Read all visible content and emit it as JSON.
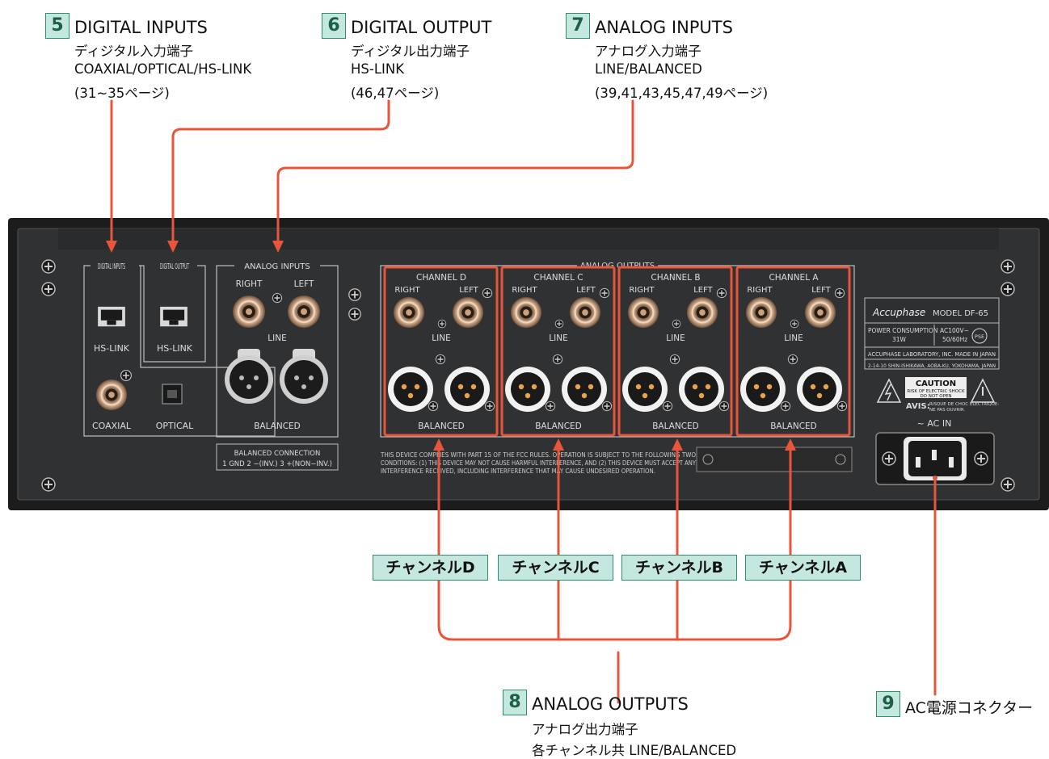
{
  "callouts": {
    "c5": {
      "num": "5",
      "title": "DIGITAL INPUTS",
      "line1": "ディジタル入力端子",
      "line2": "COAXIAL/OPTICAL/HS-LINK",
      "line3": "(31~35ページ)"
    },
    "c6": {
      "num": "6",
      "title": "DIGITAL OUTPUT",
      "line1": "ディジタル出力端子",
      "line2": "HS-LINK",
      "line3": "(46,47ページ)"
    },
    "c7": {
      "num": "7",
      "title": "ANALOG INPUTS",
      "line1": "アナログ入力端子",
      "line2": "LINE/BALANCED",
      "line3": "(39,41,43,45,47,49ページ)"
    },
    "c8": {
      "num": "8",
      "title": "ANALOG OUTPUTS",
      "line1": "アナログ出力端子",
      "line2": "各チャンネル共 LINE/BALANCED"
    },
    "c9": {
      "num": "9",
      "title": "AC電源コネクター"
    }
  },
  "channel_labels": [
    "チャンネルD",
    "チャンネルC",
    "チャンネルB",
    "チャンネルA"
  ],
  "panel": {
    "digital_inputs": "DIGITAL INPUTS",
    "digital_output": "DIGITAL OUTPUT",
    "hs_link": "HS-LINK",
    "coaxial": "COAXIAL",
    "optical": "OPTICAL",
    "analog_inputs": "ANALOG INPUTS",
    "analog_outputs": "ANALOG OUTPUTS",
    "right": "RIGHT",
    "left": "LEFT",
    "line": "LINE",
    "balanced": "BALANCED",
    "channels": [
      "CHANNEL D",
      "CHANNEL C",
      "CHANNEL B",
      "CHANNEL A"
    ],
    "balanced_connection_title": "BALANCED CONNECTION",
    "balanced_connection_text": "1 GND  2 −(INV.)  3 +(NON−INV.)",
    "fcc_line1": "THIS DEVICE COMPLIES WITH PART 15 OF THE FCC RULES. OPERATION IS SUBJECT TO THE FOLLOWING TWO",
    "fcc_line2": "CONDITIONS: (1) THIS DEVICE MAY NOT CAUSE HARMFUL INTERFERENCE, AND (2) THIS DEVICE MUST ACCEPT ANY",
    "fcc_line3": "INTERFERENCE RECEIVED, INCLUDING INTERFERENCE THAT MAY CAUSE UNDESIRED OPERATION.",
    "brand": "Accuphase",
    "model": "MODEL DF-65",
    "power_consumption": "POWER CONSUMPTION",
    "watts": "31W",
    "voltage": "AC100V~",
    "freq": "50/60Hz",
    "pse": "PSE",
    "maker": "ACCUPHASE LABORATORY, INC.  MADE IN JAPAN",
    "address": "2-14-10 SHIN-ISHIKAWA, AOBA-KU, YOKOHAMA, JAPAN",
    "caution": "CAUTION",
    "caution_sub1": "RISK OF ELECTRIC SHOCK",
    "caution_sub2": "DO NOT OPEN",
    "avis": "AVIS:",
    "avis_sub1": "RISQUE DE CHOC ELECTRIQUE-",
    "avis_sub2": "NE PAS OUVRIR.",
    "ac_in": "~ AC IN"
  },
  "colors": {
    "callout_line": "#e8553a",
    "highlight": "#e8553a",
    "label_bg": "#c4e8df",
    "label_border": "#2f8f6c",
    "panel": "#2e2f31"
  }
}
